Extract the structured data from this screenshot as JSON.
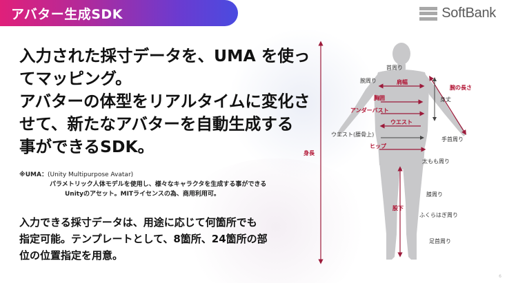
{
  "header": {
    "title": "アバター生成SDK"
  },
  "logo": {
    "text": "SoftBank",
    "mark_color": "#a8a8a8"
  },
  "headline": {
    "lines": [
      "入力された採寸データを、UMA を使っ",
      "てマッピング。",
      "アバターの体型をリアルタイムに変化さ",
      "せて、新たなアバターを自動生成する",
      "事ができるSDK。"
    ]
  },
  "note": {
    "lead": "※UMA：",
    "line1_rest": "(Unity Multipurpose Avatar)",
    "line2": "パラメトリック人体モデルを使用し、様々なキャラクタを生成する事ができる",
    "line3": "Unityのアセット。MITライセンスの為、商用利用可。"
  },
  "body2": {
    "lines": [
      "入力できる採寸データは、用途に応じて何箇所でも",
      "指定可能。テンプレートとして、8箇所、24箇所の部",
      "位の位置指定を用意。"
    ]
  },
  "figure": {
    "labels": {
      "neck": "首周り",
      "upper_arm": "腕周り",
      "shoulder_width": "肩幅",
      "arm_length": "腕の長さ",
      "chest": "胸囲",
      "height_body": "身丈",
      "underbust": "アンダーバスト",
      "waist": "ウエスト",
      "waist_hip": "ウエスト(腰骨上)",
      "wrist": "手首周り",
      "hip": "ヒップ",
      "total_height": "身長",
      "thigh": "太もも周り",
      "knee": "膝周り",
      "inseam": "股下",
      "calf": "ふくらはぎ周り",
      "ankle": "足首周り"
    },
    "accent_color": "#9c1a3a",
    "body_color": "#c8c8ca"
  },
  "page_number": "6"
}
